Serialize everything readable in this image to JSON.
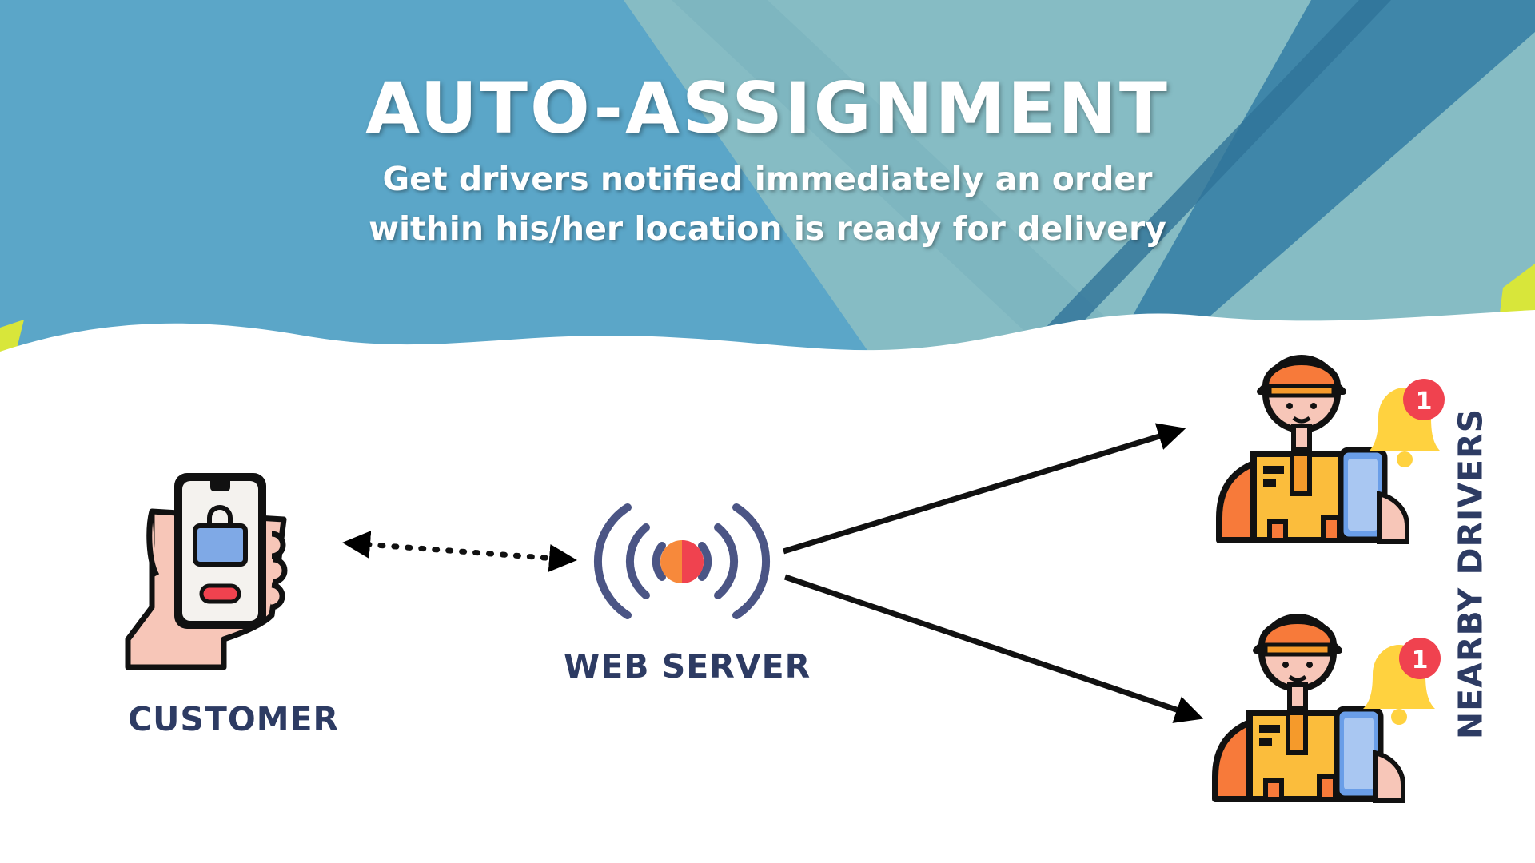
{
  "header": {
    "title": "AUTO-ASSIGNMENT",
    "subtitle_line1": "Get drivers notified immediately an order",
    "subtitle_line2": "within his/her location is ready for delivery"
  },
  "nodes": {
    "customer": {
      "label": "CUSTOMER"
    },
    "server": {
      "label": "WEB SERVER"
    },
    "drivers": {
      "label": "NEARBY DRIVERS",
      "notification_count_1": "1",
      "notification_count_2": "1"
    }
  },
  "colors": {
    "sky": "#5aa6c8",
    "teal": "#86bcc4",
    "navy_text": "#2d3b63",
    "badge_red": "#f0424f",
    "bell_yellow": "#ffd23f",
    "driver_orange": "#f77a3a",
    "box_yellow": "#fbbd3c",
    "phone_blue": "#6a9ee8",
    "server_red": "#f0424f",
    "server_orange": "#f7893b",
    "server_rings": "#4b5585"
  },
  "icons": [
    "smartphone-shopping-hand-icon",
    "wireless-broadcast-icon",
    "delivery-driver-icon",
    "notification-bell-icon"
  ]
}
